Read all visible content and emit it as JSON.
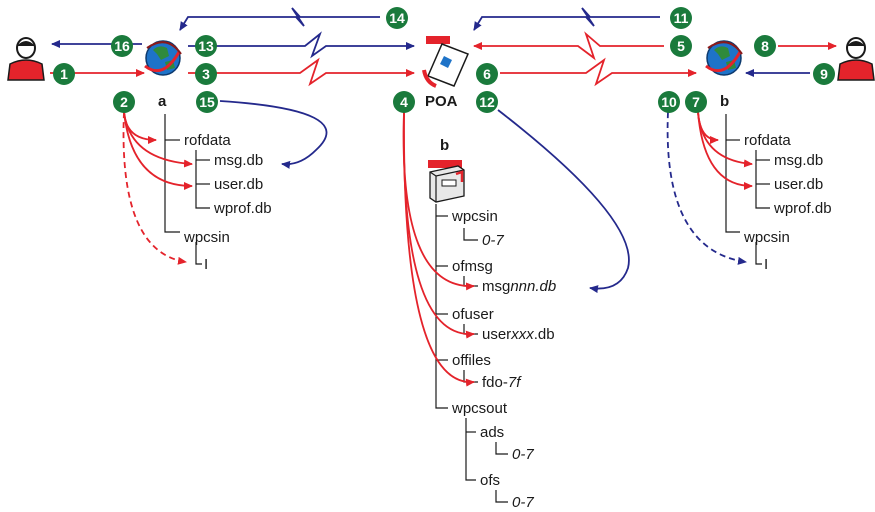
{
  "colors": {
    "red": "#e4232b",
    "blue": "#24298c",
    "badge": "#1a7a3c"
  },
  "icons": [
    "user-icon",
    "client-globe-icon",
    "poa-postoffice-icon",
    "mailbox-icon"
  ],
  "labels": {
    "client_a": "a",
    "client_b": "b",
    "poa": "POA",
    "po_b": "b"
  },
  "tree_a": {
    "rofdata": "rofdata",
    "msgdb": "msg.db",
    "userdb": "user.db",
    "wprofdb": "wprof.db",
    "wpcsin": "wpcsin",
    "sub": "I"
  },
  "tree_b": {
    "rofdata": "rofdata",
    "msgdb": "msg.db",
    "userdb": "user.db",
    "wprofdb": "wprof.db",
    "wpcsin": "wpcsin",
    "sub": "I"
  },
  "po_tree": {
    "wpcsin": "wpcsin",
    "wpcsin_sub": "0-7",
    "ofmsg": "ofmsg",
    "msg_prefix": "msg",
    "msg_var": "nnn.db",
    "ofuser": "ofuser",
    "user_prefix": "user",
    "user_var": "xxx",
    "user_suffix": ".db",
    "offiles": "offiles",
    "fdo_prefix": "fdo-",
    "fdo_var": "7f",
    "wpcsout": "wpcsout",
    "ads": "ads",
    "ads_sub": "0-7",
    "ofs": "ofs",
    "ofs_sub": "0-7"
  },
  "steps": [
    "1",
    "2",
    "3",
    "4",
    "5",
    "6",
    "7",
    "8",
    "9",
    "10",
    "11",
    "12",
    "13",
    "14",
    "15",
    "16"
  ]
}
